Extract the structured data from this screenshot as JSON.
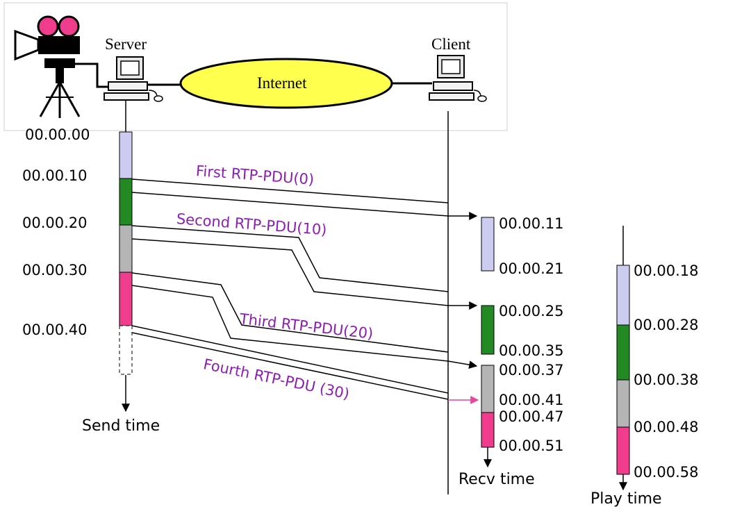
{
  "header": {
    "server_label": "Server",
    "client_label": "Client",
    "network_label": "Internet"
  },
  "send": {
    "times": [
      "00.00.00",
      "00.00.10",
      "00.00.20",
      "00.00.30",
      "00.00.40"
    ],
    "axis_label": "Send time"
  },
  "packets": [
    {
      "label": "First RTP-PDU(0)",
      "color": "#ccccf0"
    },
    {
      "label": "Second RTP-PDU(10)",
      "color": "#238a23"
    },
    {
      "label": "Third RTP-PDU(20)",
      "color": "#b5b5b5"
    },
    {
      "label": "Fourth RTP-PDU (30)",
      "color": "#f03c8c"
    }
  ],
  "recv": {
    "times": [
      "00.00.11",
      "00.00.21",
      "00.00.25",
      "00.00.35",
      "00.00.37",
      "00.00.41",
      "00.00.47",
      "00.00.51"
    ],
    "axis_label": "Recv time"
  },
  "play": {
    "times": [
      "00.00.18",
      "00.00.28",
      "00.00.38",
      "00.00.48",
      "00.00.58"
    ],
    "axis_label": "Play time"
  },
  "colors": {
    "pdu_label": "#8a1fb0",
    "internet_fill": "#ffff4d",
    "camera_reel": "#f03c8c",
    "fourth_arrow": "#e8479b"
  }
}
